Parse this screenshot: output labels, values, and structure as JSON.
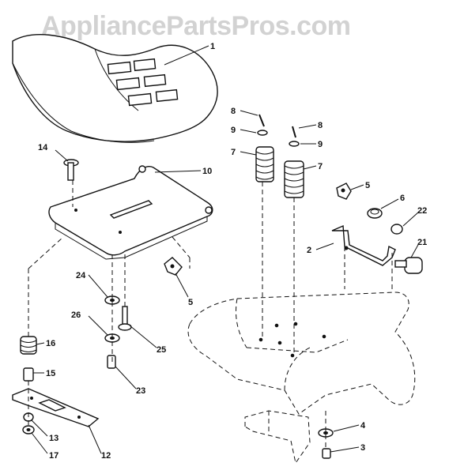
{
  "watermark": "AppliancePartsPros.com",
  "callouts": [
    {
      "id": "c1",
      "text": "1"
    },
    {
      "id": "c14",
      "text": "14"
    },
    {
      "id": "c10",
      "text": "10"
    },
    {
      "id": "c8a",
      "text": "8"
    },
    {
      "id": "c9a",
      "text": "9"
    },
    {
      "id": "c7a",
      "text": "7"
    },
    {
      "id": "c8b",
      "text": "8"
    },
    {
      "id": "c9b",
      "text": "9"
    },
    {
      "id": "c7b",
      "text": "7"
    },
    {
      "id": "c5a",
      "text": "5"
    },
    {
      "id": "c6",
      "text": "6"
    },
    {
      "id": "c22",
      "text": "22"
    },
    {
      "id": "c2",
      "text": "2"
    },
    {
      "id": "c21",
      "text": "21"
    },
    {
      "id": "c24",
      "text": "24"
    },
    {
      "id": "c5b",
      "text": "5"
    },
    {
      "id": "c26",
      "text": "26"
    },
    {
      "id": "c25",
      "text": "25"
    },
    {
      "id": "c16",
      "text": "16"
    },
    {
      "id": "c15",
      "text": "15"
    },
    {
      "id": "c23",
      "text": "23"
    },
    {
      "id": "c13",
      "text": "13"
    },
    {
      "id": "c17",
      "text": "17"
    },
    {
      "id": "c12",
      "text": "12"
    },
    {
      "id": "c4",
      "text": "4"
    },
    {
      "id": "c3",
      "text": "3"
    }
  ]
}
